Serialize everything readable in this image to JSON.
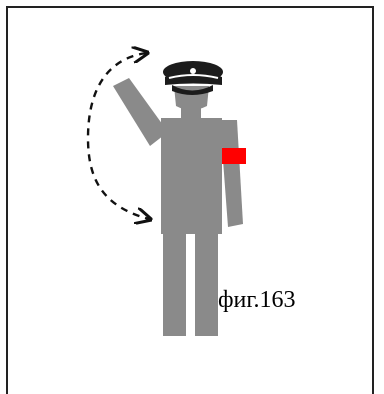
{
  "figure": {
    "caption": "фиг.163",
    "colors": {
      "figure": "#8a8a8a",
      "cap": "#1c1c1c",
      "cap_band": "#ffffff",
      "armband": "#ff0000",
      "arrow": "#111111",
      "frame": "#222222"
    },
    "icons": {
      "figure": "traffic-controller-figure",
      "motion": "dashed-curved-arrow"
    }
  }
}
